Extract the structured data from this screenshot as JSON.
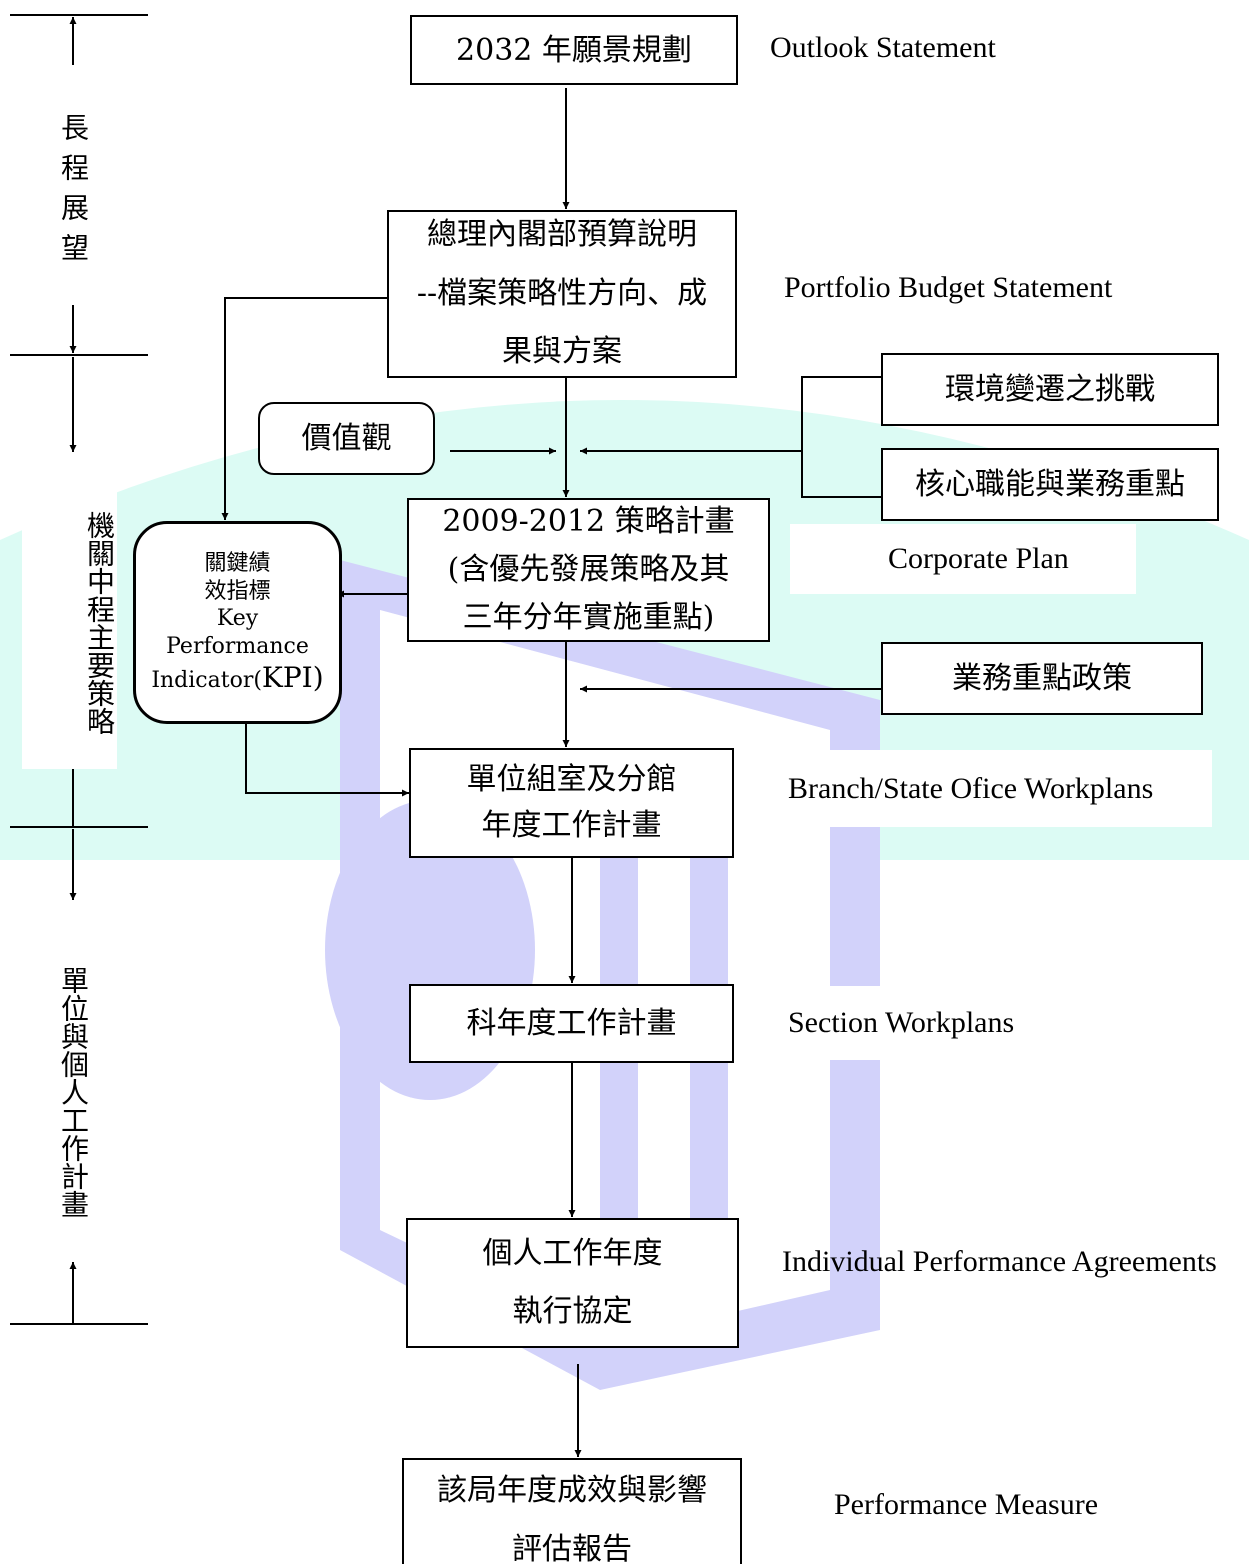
{
  "boxes": {
    "outlook": "2032 年願景規劃",
    "portfolio_l1": "總理內閣部預算說明",
    "portfolio_l2": "--檔案策略性方向、成",
    "portfolio_l3": "果與方案",
    "values": "價值觀",
    "env": "環境變遷之挑戰",
    "core": "核心職能與業務重點",
    "corporate_l1": "2009-2012 策略計畫",
    "corporate_l2": "(含優先發展策略及其",
    "corporate_l3": "三年分年實施重點)",
    "kpi_l1": "關鍵績",
    "kpi_l2": "效指標",
    "kpi_l3": "Key",
    "kpi_l4": "Performance",
    "kpi_l5a": "Indicator(",
    "kpi_l5b": "KPI)",
    "policy": "業務重點政策",
    "branch_l1": "單位組室及分館",
    "branch_l2": "年度工作計畫",
    "section": "科年度工作計畫",
    "individual_l1": "個人工作年度",
    "individual_l2": "執行協定",
    "measure_l1": "該局年度成效與影響",
    "measure_l2": "評估報告"
  },
  "labels": {
    "outlook": "Outlook Statement",
    "portfolio": "Portfolio Budget Statement",
    "corporate": "Corporate Plan",
    "branch": "Branch/State Ofice Workplans",
    "section": "Section Workplans",
    "individual": "Individual Performance Agreements",
    "measure": "Performance Measure"
  },
  "phases": {
    "long_term": "長程展望",
    "mid_term": "機關中程主要策略",
    "unit": "單位與個人工作計畫"
  },
  "colors": {
    "watermark_cyan": "#dcfbf4",
    "watermark_blue": "#d2d2fa"
  }
}
